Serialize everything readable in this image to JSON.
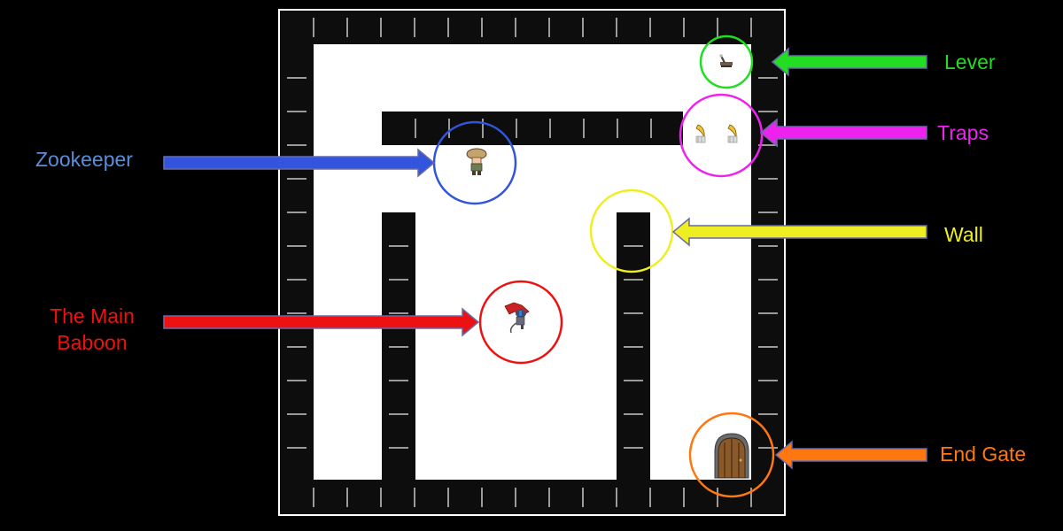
{
  "labels": {
    "lever": "Lever",
    "traps": "Traps",
    "zookeeper": "Zookeeper",
    "wall": "Wall",
    "main_baboon_line1": "The Main",
    "main_baboon_line2": "Baboon",
    "end_gate": "End Gate"
  },
  "colors": {
    "lever": "#22dd22",
    "traps": "#ee22ee",
    "zookeeper": "#3355dd",
    "zookeeper_text": "#5b8ed8",
    "wall": "#eeee22",
    "main_baboon": "#ee1111",
    "end_gate": "#ff7711",
    "arrow_outline": "#6a6aa8",
    "floor": "#ffffff",
    "wall_tile": "#0d0d0d",
    "wall_notch": "#9a9a9a"
  },
  "icons": {
    "zookeeper": "zookeeper-sprite",
    "main_baboon": "baboon-sprite",
    "lever": "lever-sprite",
    "traps": "banana-trap-sprite",
    "end_gate": "wooden-door-sprite"
  }
}
